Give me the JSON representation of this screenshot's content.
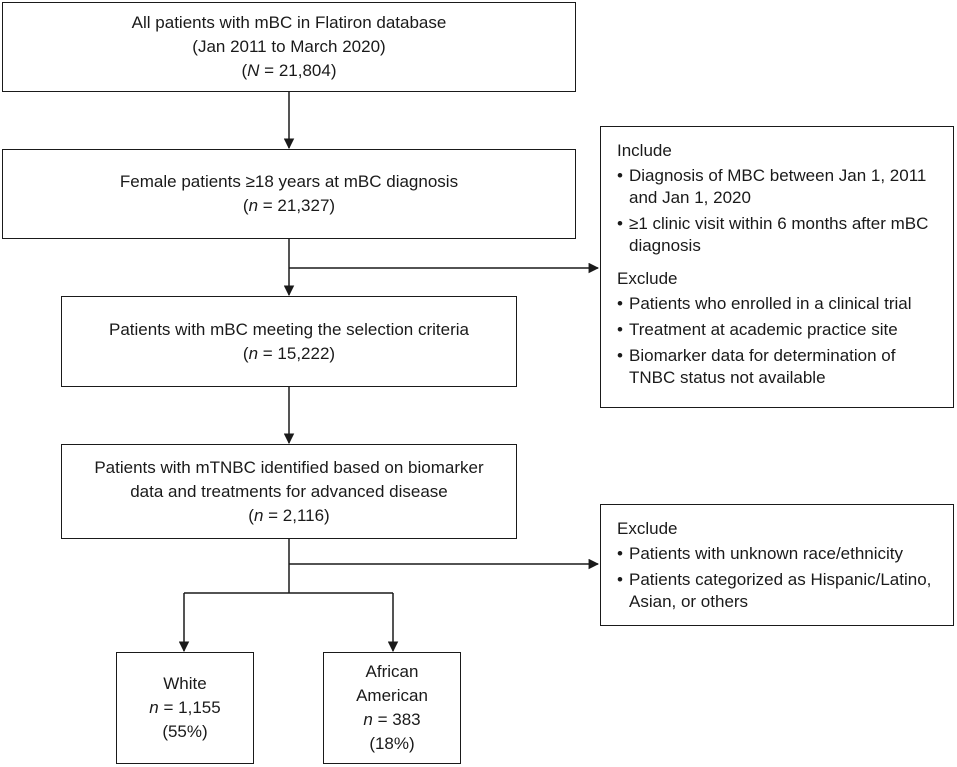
{
  "box1": {
    "line1": "All patients with mBC in Flatiron database",
    "line2": "(Jan 2011 to March 2020)",
    "n_open": "(",
    "n_var": "N",
    "n_text": " = 21,804)"
  },
  "box2": {
    "line1": "Female patients ≥18 years at mBC diagnosis",
    "n_open": "(",
    "n_var": "n",
    "n_text": " = 21,327)"
  },
  "box3": {
    "line1": "Patients with mBC meeting the selection criteria",
    "n_open": "(",
    "n_var": "n",
    "n_text": " = 15,222)"
  },
  "box4": {
    "line1": "Patients with mTNBC identified based on biomarker",
    "line2": "data and treatments for advanced disease",
    "n_open": "(",
    "n_var": "n",
    "n_text": " = 2,116)"
  },
  "white": {
    "label": "White",
    "n_var": "n",
    "n_text": " = 1,155",
    "pct": "(55%)"
  },
  "aa": {
    "label1": "African",
    "label2": "American",
    "n_var": "n",
    "n_text": " = 383",
    "pct": "(18%)"
  },
  "criteria1": {
    "include_head": "Include",
    "include_items": [
      "Diagnosis of MBC between Jan 1, 2011 and Jan 1, 2020",
      "≥1 clinic visit within 6 months after mBC diagnosis"
    ],
    "exclude_head": "Exclude",
    "exclude_items": [
      "Patients who enrolled in a clinical trial",
      "Treatment at academic practice site",
      "Biomarker data for determination of TNBC status not available"
    ]
  },
  "criteria2": {
    "exclude_head": "Exclude",
    "exclude_items": [
      "Patients with unknown race/ethnicity",
      "Patients categorized as Hispanic/Latino, Asian, or others"
    ]
  }
}
